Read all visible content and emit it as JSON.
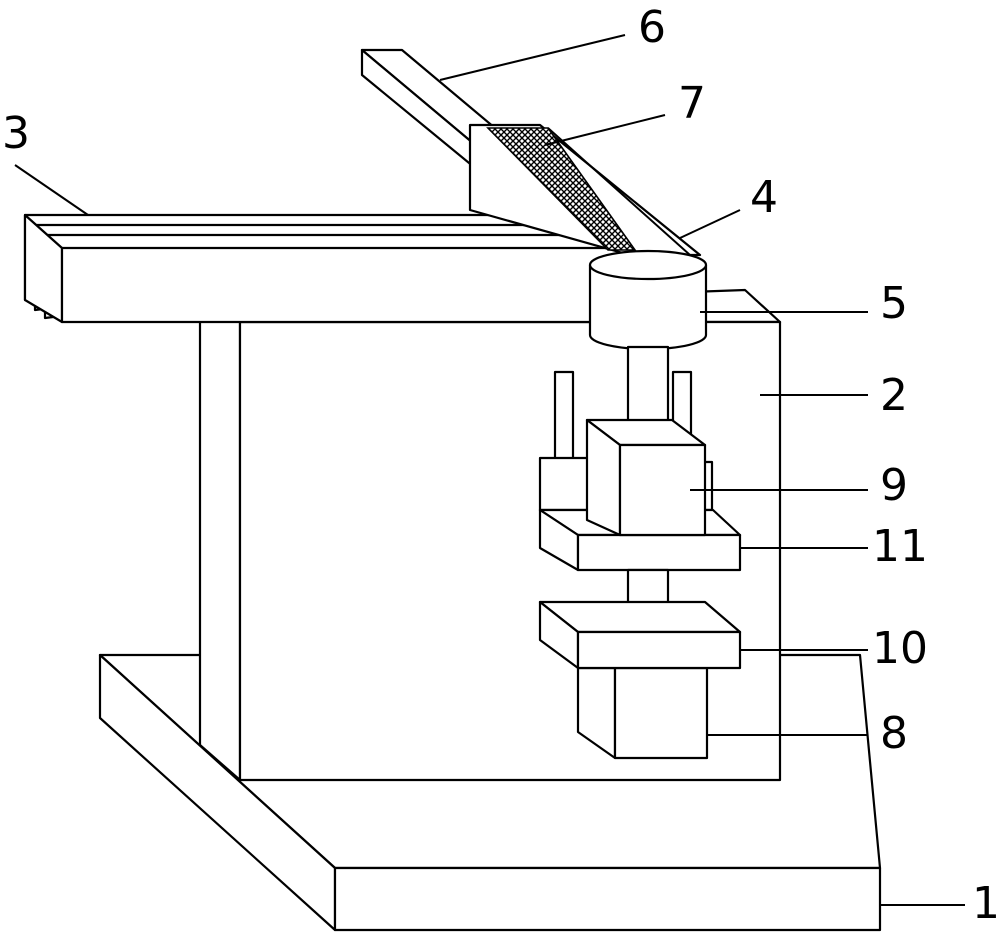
{
  "figure": {
    "labels": {
      "base": "1",
      "back_plate": "2",
      "horizontal_arm": "3",
      "guide_rail": "4",
      "rotary_joint": "5",
      "top_beam": "6",
      "rack": "7",
      "lower_block": "8",
      "upper_block": "9",
      "lower_plate": "10",
      "upper_plate": "11"
    }
  }
}
